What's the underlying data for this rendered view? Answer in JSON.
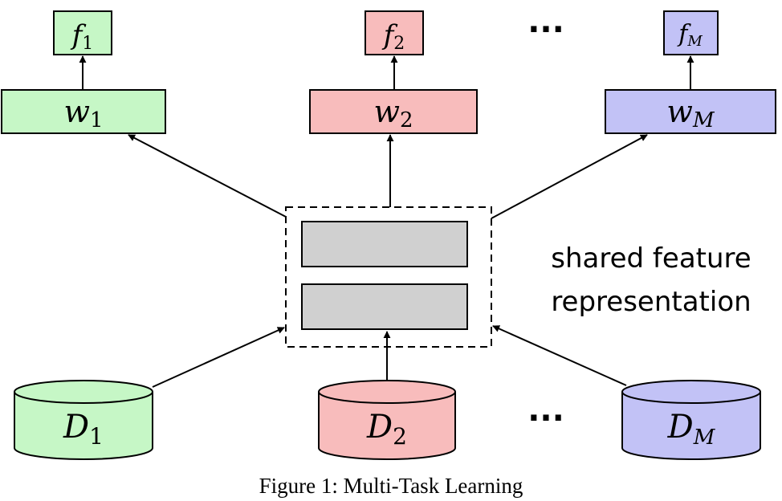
{
  "colors": {
    "task1_fill": "#c6f7c6",
    "task2_fill": "#f8bcbc",
    "taskM_fill": "#c2c2f6",
    "shared_layer_fill": "#d0d0d0",
    "stroke": "#000000"
  },
  "outputs": [
    {
      "symbol": "f",
      "subscript": "1"
    },
    {
      "symbol": "f",
      "subscript": "2"
    },
    {
      "symbol": "f",
      "subscript": "M"
    }
  ],
  "weights": [
    {
      "symbol": "w",
      "subscript": "1"
    },
    {
      "symbol": "w",
      "subscript": "2"
    },
    {
      "symbol": "w",
      "subscript": "M"
    }
  ],
  "datasets": [
    {
      "symbol": "D",
      "subscript": "1"
    },
    {
      "symbol": "D",
      "subscript": "2"
    },
    {
      "symbol": "D",
      "subscript": "M"
    }
  ],
  "ellipsis": "···",
  "shared_label": {
    "line1": "shared feature",
    "line2": "representation"
  },
  "caption": "Figure 1: Multi-Task Learning"
}
